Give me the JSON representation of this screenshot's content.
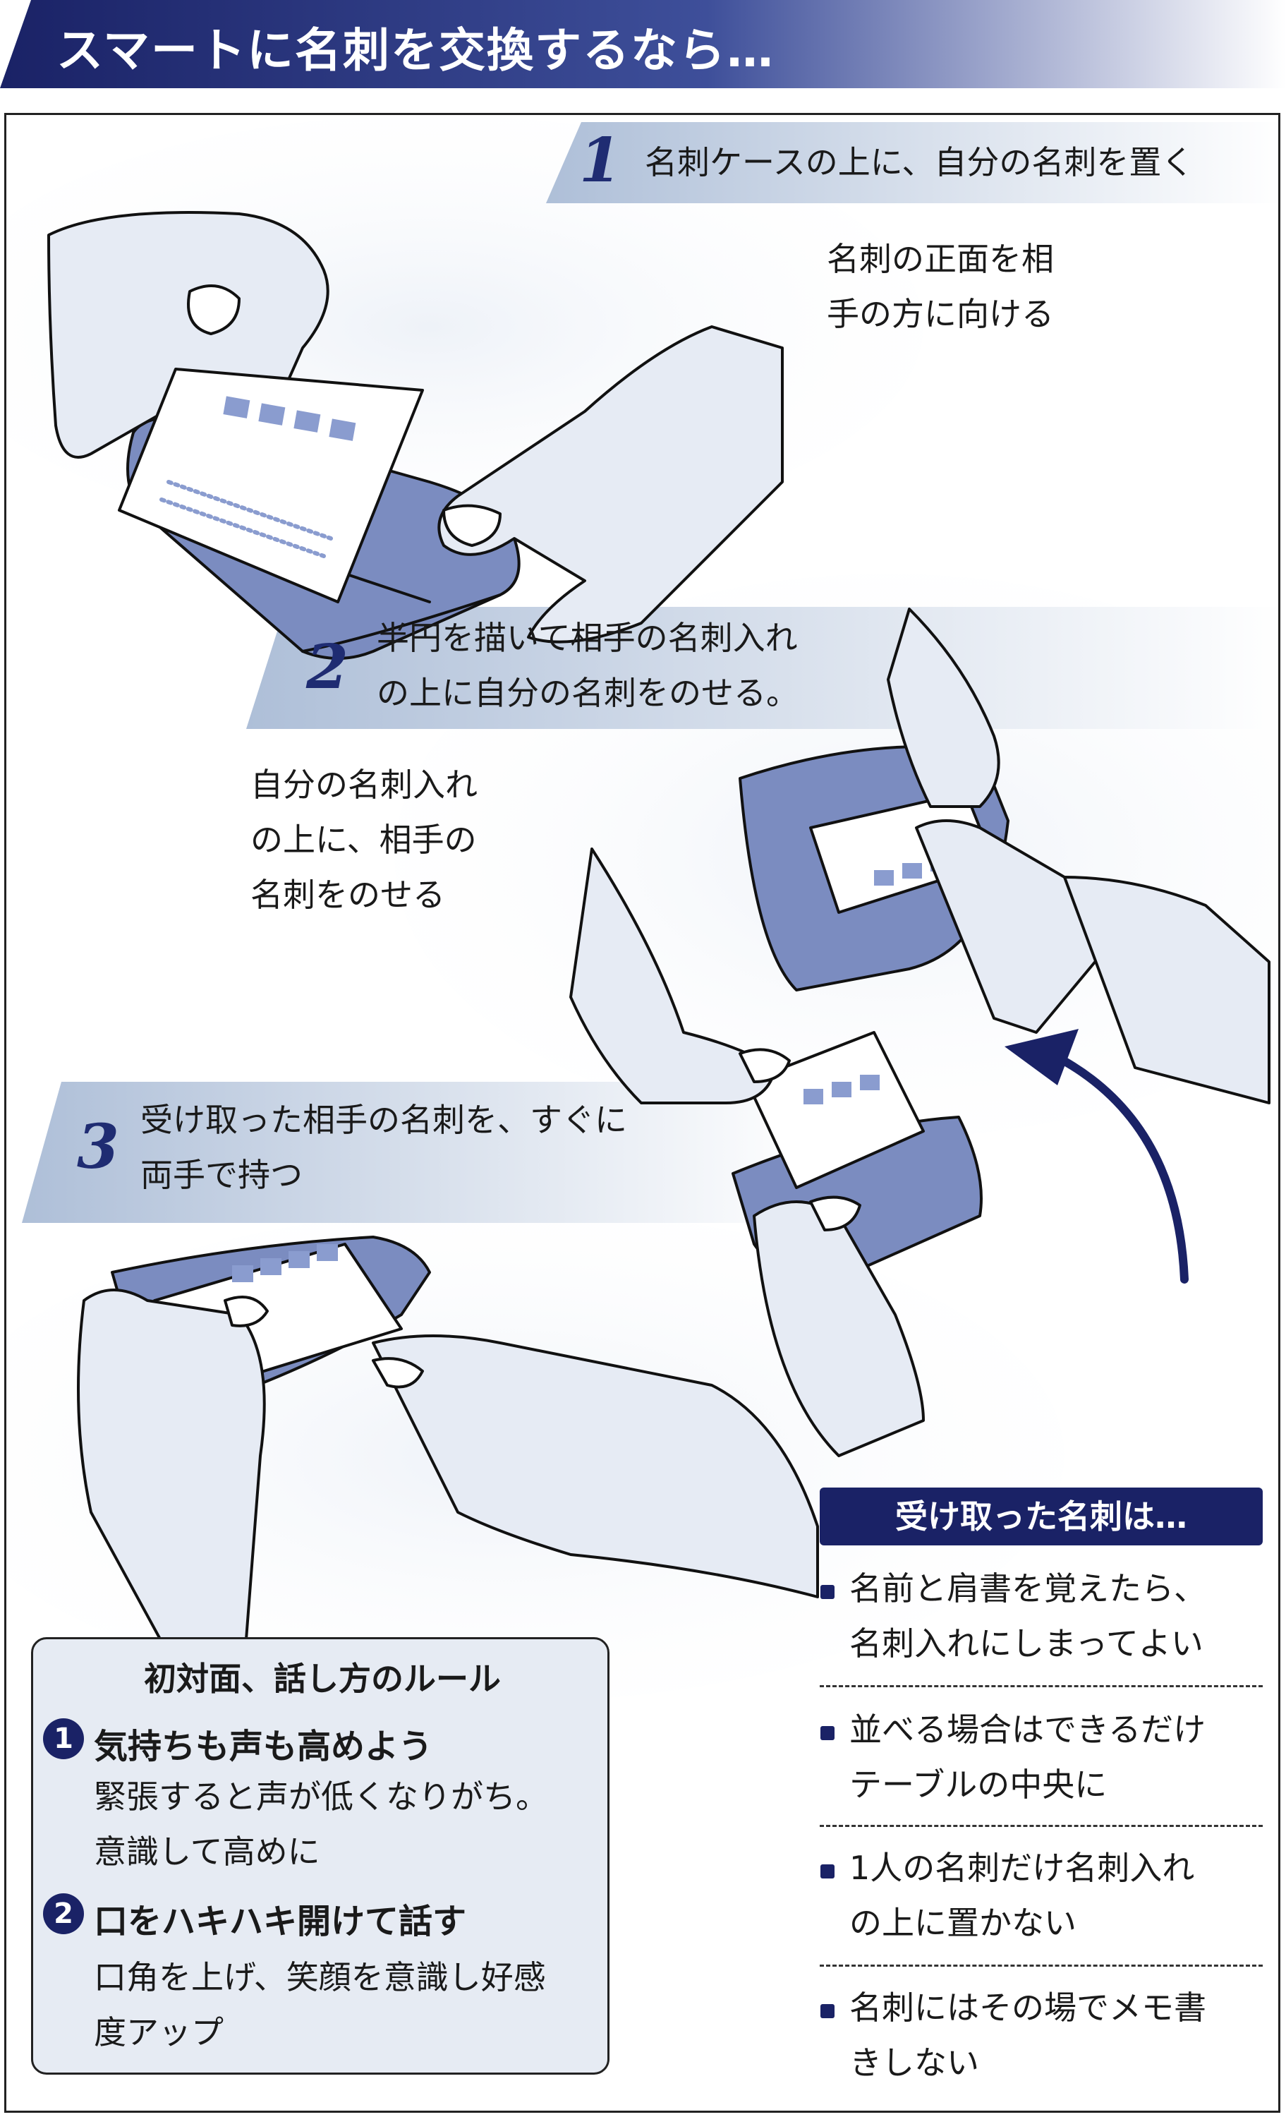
{
  "title": "スマートに名刺を交換するなら…",
  "steps": [
    {
      "num": "1",
      "lines": [
        "名刺ケースの上に、自分の名刺を置く"
      ]
    },
    {
      "num": "2",
      "lines": [
        "半円を描いて相手の名刺入れ",
        "の上に自分の名刺をのせる。"
      ]
    },
    {
      "num": "3",
      "lines": [
        "受け取った相手の名刺を、すぐに",
        "両手で持つ"
      ]
    }
  ],
  "notes": {
    "step1": [
      "名刺の正面を相",
      "手の方に向ける"
    ],
    "step2": [
      "自分の名刺入れ",
      "の上に、相手の",
      "名刺をのせる"
    ]
  },
  "received": {
    "header": "受け取った名刺は…",
    "items": [
      [
        "名前と肩書を覚えたら、",
        "名刺入れにしまってよい"
      ],
      [
        "並べる場合はできるだけ",
        "テーブルの中央に"
      ],
      [
        "1人の名刺だけ名刺入れ",
        "の上に置かない"
      ],
      [
        "名刺にはその場でメモ書",
        "きしない"
      ]
    ]
  },
  "rules": {
    "title": "初対面、話し方のルール",
    "items": [
      {
        "num": "1",
        "head": "気持ちも声も高めよう",
        "body": [
          "緊張すると声が低くなりがち。",
          "意識して高めに"
        ]
      },
      {
        "num": "2",
        "head": "口をハキハキ開けて話す",
        "body": [
          "口角を上げ、笑顔を意識し好感",
          "度アップ"
        ]
      }
    ]
  },
  "colors": {
    "navy": "#1a2266",
    "skin": "#e6ebf4",
    "case": "#7b8cc0",
    "banner": "#b7c6dc"
  }
}
